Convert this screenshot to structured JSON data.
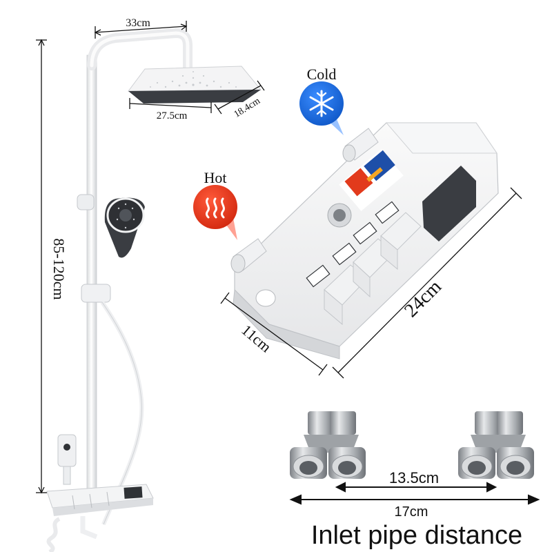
{
  "labels": {
    "head_width": "33cm",
    "head_plate_width": "27.5cm",
    "head_plate_depth": "18.4cm",
    "height_range": "85-120cm",
    "cold": "Cold",
    "hot": "Hot",
    "valve_length": "24cm",
    "valve_depth": "11cm",
    "inlet_center": "13.5cm",
    "inlet_outer": "17cm",
    "footer_title": "Inlet pipe distance"
  },
  "colors": {
    "cold_badge": "#1a6fe0",
    "hot_badge": "#e23a1c",
    "head_plate": "#3a3d42",
    "fixture": "#f2f3f4",
    "fitting": "#b9bcbf"
  },
  "icons": {
    "cold": "snowflake-icon",
    "hot": "heat-waves-icon"
  }
}
